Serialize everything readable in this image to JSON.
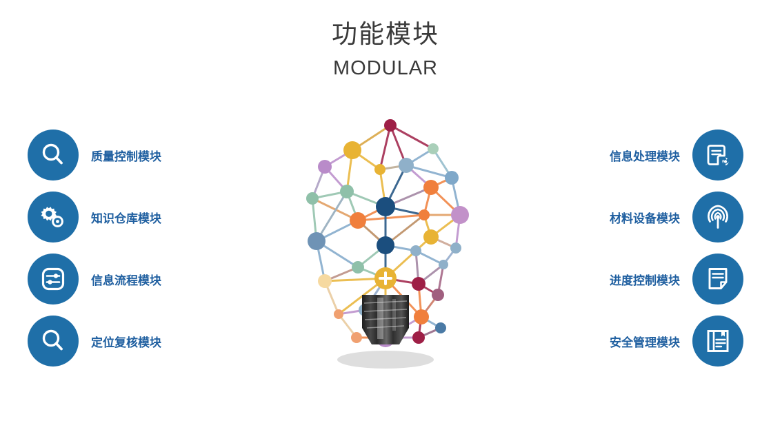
{
  "header": {
    "title_cn": "功能模块",
    "title_en": "MODULAR"
  },
  "colors": {
    "badge_blue": "#1f6fa8",
    "label_blue": "#1f5fa0",
    "title_gray": "#3a3a3a",
    "background": "#ffffff"
  },
  "left_column": {
    "items": [
      {
        "label": "质量控制模块",
        "icon": "magnifier-icon"
      },
      {
        "label": "知识仓库模块",
        "icon": "gears-icon"
      },
      {
        "label": "信息流程模块",
        "icon": "sliders-icon"
      },
      {
        "label": "定位复核模块",
        "icon": "magnifier-icon"
      }
    ]
  },
  "right_column": {
    "items": [
      {
        "label": "信息处理模块",
        "icon": "document-refresh-icon"
      },
      {
        "label": "材料设备模块",
        "icon": "antenna-signal-icon"
      },
      {
        "label": "进度控制模块",
        "icon": "note-page-icon"
      },
      {
        "label": "安全管理模块",
        "icon": "book-icon"
      }
    ]
  },
  "center_graphic": {
    "name": "network-lightbulb-illustration",
    "description": "Lightbulb formed from a colorful node-and-link network with a dark metallic screw base and soft drop shadow",
    "node_colors": [
      "#e8b334",
      "#9e1f46",
      "#b98bc9",
      "#8fc0a9",
      "#7fa8c9",
      "#1b4e7e",
      "#f07f3c",
      "#c8a2c8",
      "#f6d9a0"
    ],
    "base_color": "#2b2b2b",
    "center_node_glyph": "+"
  }
}
